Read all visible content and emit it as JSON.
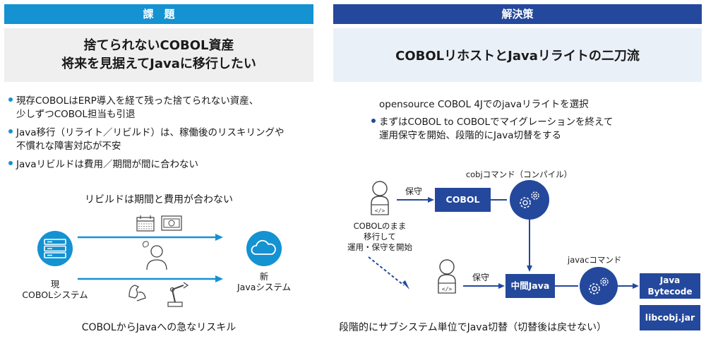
{
  "left": {
    "header": "課　題",
    "subtitle_line1": "捨てられないCOBOL資産",
    "subtitle_line2": "将来を見据えてJavaに移行したい",
    "bullets": [
      {
        "line1": "現存COBOLはERP導入を経て残った捨てられない資産、",
        "line2": "少しずつCOBOL担当も引退"
      },
      {
        "line1": "Java移行（リライト／リビルド）は、稼働後のリスキリングや",
        "line2": "不慣れな障害対応が不安"
      },
      {
        "line1": "Javaリビルドは費用／期間が間に合わない",
        "line2": ""
      }
    ],
    "diagram": {
      "top_caption": "リビルドは期間と費用が合わない",
      "old_label_1": "現",
      "old_label_2": "COBOLシステム",
      "new_label_1": "新",
      "new_label_2": "Javaシステム",
      "bottom_caption": "COBOLからJavaへの急なリスキル"
    }
  },
  "right": {
    "header": "解決策",
    "subtitle": "COBOLリホストとJavaリライトの二刀流",
    "intro": "opensource COBOL 4Jでのjavaリライトを選択",
    "bullet_line1": "まずはCOBOL to COBOLでマイグレーションを終えて",
    "bullet_line2": "運用保守を開始、段階的にJava切替をする",
    "diagram": {
      "cobj_label": "cobjコマンド（コンパイル）",
      "maintain_label_1": "保守",
      "maintain_label_2": "保守",
      "cobol_box": "COBOL",
      "person_caption_1": "COBOLのまま",
      "person_caption_2": "移行して",
      "person_caption_3": "運用・保守を開始",
      "javac_label": "javacコマンド",
      "middle_java_box": "中間Java",
      "java_bytecode_1": "Java",
      "java_bytecode_2": "Bytecode",
      "libcobj_box": "libcobj.jar",
      "bottom_caption": "段階的にサブシステム単位でJava切替（切替後は戻せない）"
    }
  },
  "colors": {
    "left_accent": "#1492d2",
    "right_accent": "#24489b"
  }
}
